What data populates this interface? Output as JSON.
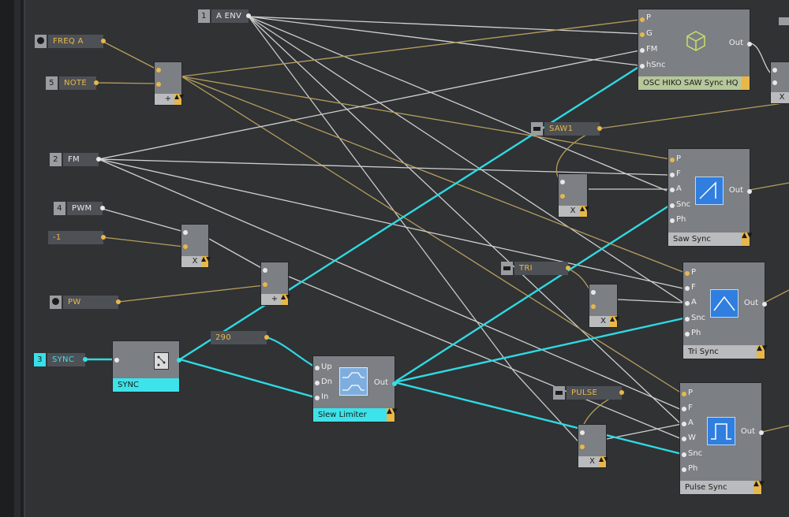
{
  "colors": {
    "background": "#303234",
    "wire_white": "#d8d8d8",
    "wire_gold": "#b79d5c",
    "wire_cyan": "#2fd9e2",
    "accent_yellow": "#e8b74a"
  },
  "labels": {
    "a_env": {
      "num": "1",
      "text": "A ENV"
    },
    "freq_a": {
      "text": "FREQ A",
      "icon": "knob-icon"
    },
    "note": {
      "num": "5",
      "text": "NOTE"
    },
    "fm": {
      "num": "2",
      "text": "FM"
    },
    "pwm": {
      "num": "4",
      "text": "PWM"
    },
    "neg1": {
      "text": "-1"
    },
    "pw": {
      "text": "PW",
      "icon": "knob-icon"
    },
    "sync": {
      "num": "3",
      "text": "SYNC"
    },
    "c290": {
      "text": "290"
    },
    "saw1": {
      "text": "SAW1",
      "icon": "button-icon"
    },
    "tri": {
      "text": "TRI",
      "icon": "button-icon"
    },
    "pulse": {
      "text": "PULSE",
      "icon": "button-icon"
    }
  },
  "ops": {
    "plus1": "+",
    "mul_pwm": "X",
    "plus2": "+",
    "mul_saw": "X",
    "mul_tri": "X",
    "mul_pulse": "X",
    "mul_out": "X"
  },
  "modules": {
    "osc_hiko": {
      "title": "OSC HIKO SAW Sync HQ",
      "ports": [
        "P",
        "G",
        "FM",
        "hSnc"
      ],
      "out": "Out"
    },
    "saw_sync": {
      "title": "Saw Sync",
      "ports": [
        "P",
        "F",
        "A",
        "Snc",
        "Ph"
      ],
      "out": "Out"
    },
    "tri_sync": {
      "title": "Tri Sync",
      "ports": [
        "P",
        "F",
        "A",
        "Snc",
        "Ph"
      ],
      "out": "Out"
    },
    "pulse_sync": {
      "title": "Pulse Sync",
      "ports": [
        "P",
        "F",
        "A",
        "W",
        "Snc",
        "Ph"
      ],
      "out": "Out"
    },
    "sync_mod": {
      "title": "SYNC"
    },
    "slew": {
      "title": "Slew Limiter",
      "ports": [
        "Up",
        "Dn",
        "In"
      ],
      "out": "Out"
    }
  }
}
